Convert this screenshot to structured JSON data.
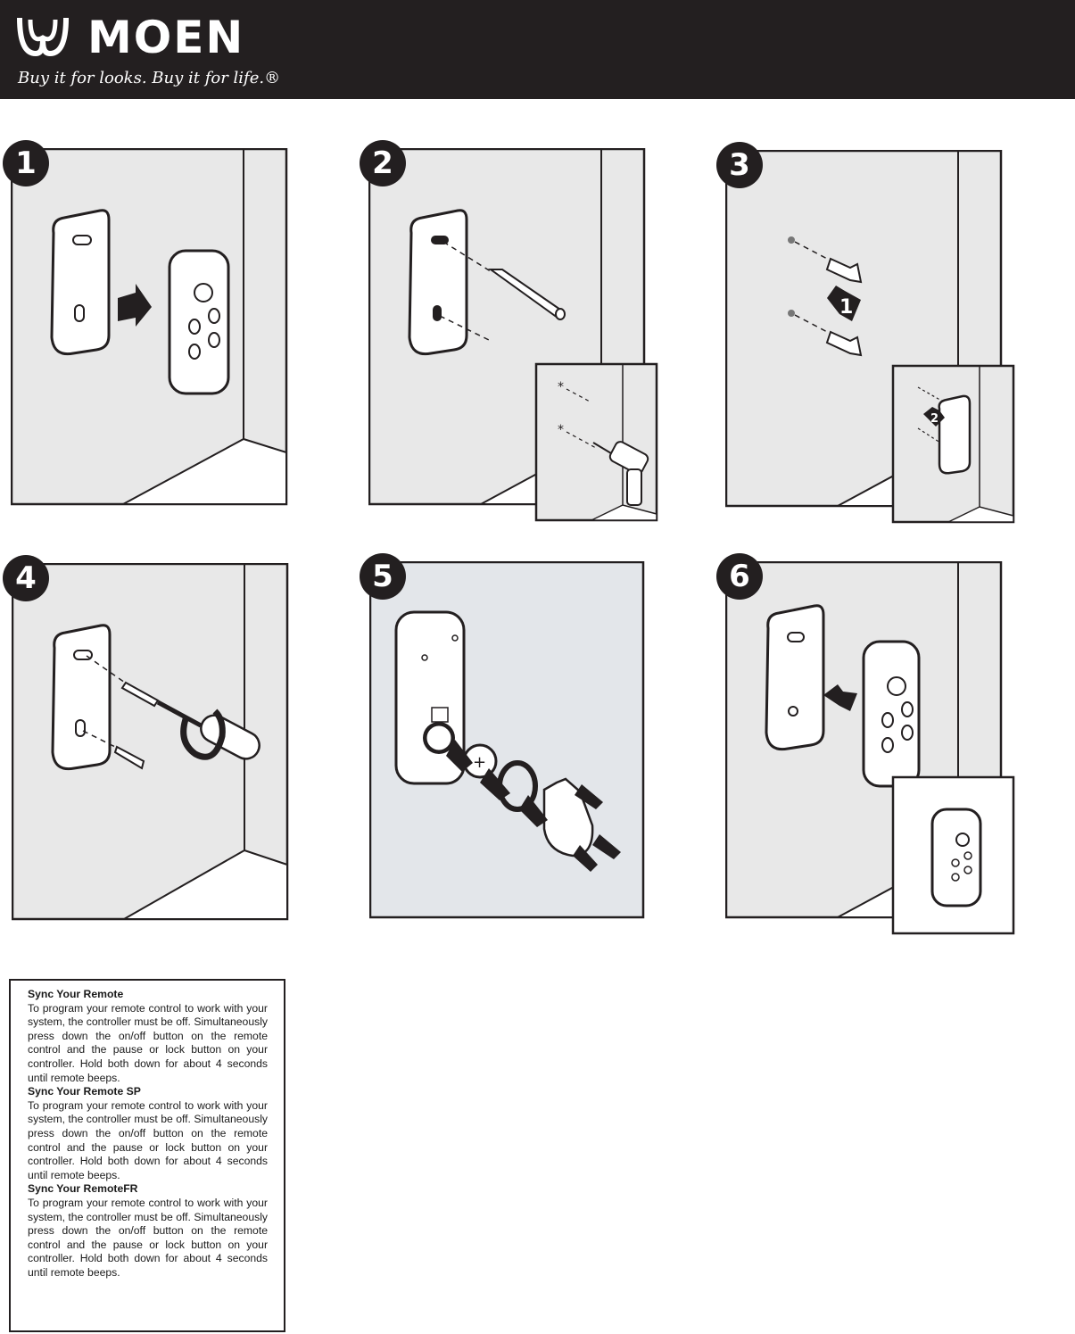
{
  "header": {
    "brand": "MOEN",
    "tagline": "Buy it for looks. Buy it for life.®"
  },
  "steps": [
    {
      "number": "1"
    },
    {
      "number": "2"
    },
    {
      "number": "3",
      "callout_label": "1",
      "inset_label": "2"
    },
    {
      "number": "4"
    },
    {
      "number": "5"
    },
    {
      "number": "6"
    }
  ],
  "sections": [
    {
      "title": "Sync Your Remote",
      "body": "To program your remote control to work with your system, the controller must be off. Simultaneously press down the on/off button on the remote control and the pause or lock button on your controller. Hold both down for about 4 seconds until remote beeps."
    },
    {
      "title": "Sync Your Remote SP",
      "body": "To program your remote control to work with your system, the controller must be off. Simultaneously press down the on/off button on the remote control and the pause or lock button on your controller. Hold both down for about 4 seconds until remote beeps."
    },
    {
      "title": "Sync Your RemoteFR",
      "body": "To program your remote control to work with your system, the controller must be off. Simultaneously press down the on/off button on the remote control and the pause or lock button on your controller. Hold both down for about 4 seconds until remote beeps."
    }
  ],
  "colors": {
    "header_bg": "#231f20",
    "panel_bg": "#e8e8e8",
    "panel5_bg": "#e3e6ea",
    "floor": "#ffffff",
    "ink": "#231f20"
  },
  "icons": [
    "moen-logo-icon",
    "arrow-icon",
    "pencil-icon",
    "drill-icon",
    "screwdriver-icon",
    "rotate-arrow-icon",
    "screw-icon",
    "anchor-icon",
    "coin-battery-icon",
    "gasket-icon"
  ]
}
